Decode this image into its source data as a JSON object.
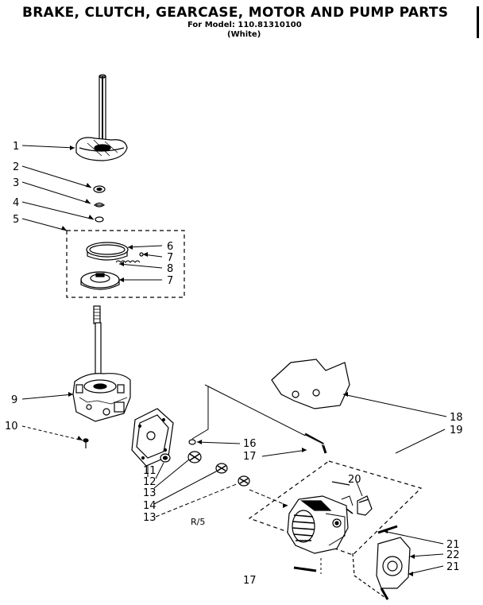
{
  "header": {
    "title": "BRAKE, CLUTCH, GEARCASE, MOTOR AND PUMP PARTS",
    "model": "For Model: 110.81310100",
    "color": "(White)"
  },
  "callouts": {
    "c1": "1",
    "c2": "2",
    "c3": "3",
    "c4": "4",
    "c5": "5",
    "c6": "6",
    "c7a": "7",
    "c8": "8",
    "c7b": "7",
    "c9": "9",
    "c10": "10",
    "c11": "11",
    "c12": "12",
    "c13a": "13",
    "c14": "14",
    "c13b": "13",
    "c16": "16",
    "c17a": "17",
    "c18": "18",
    "c19": "19",
    "c20": "20",
    "c21a": "21",
    "c22": "22",
    "c21b": "21",
    "c17b": "17"
  },
  "note": "R/5",
  "colors": {
    "ink": "#000000",
    "paper": "#ffffff"
  }
}
